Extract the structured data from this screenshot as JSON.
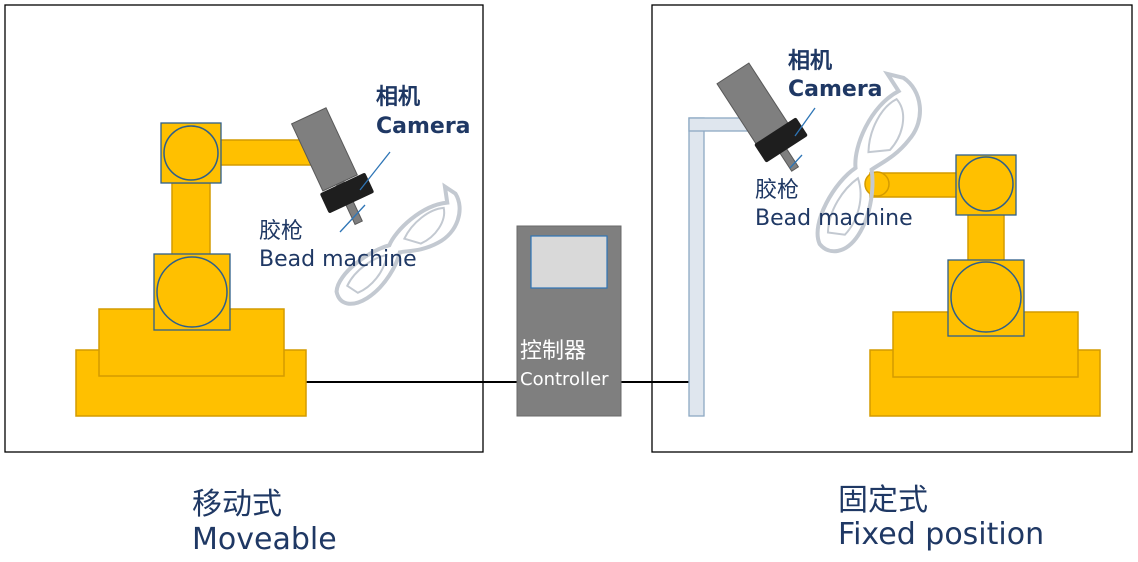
{
  "colors": {
    "robot_fill": "#ffc000",
    "robot_stroke": "#d49b00",
    "joint_stroke": "#2e5f8a",
    "gun_body": "#7f7f7f",
    "camera_body": "#1e1e1e",
    "controller_body": "#7f7f7f",
    "controller_screen": "#d9d9d9",
    "mount_fill": "#dfe6ee",
    "mount_stroke": "#8da9c4",
    "callout_line": "#2e75b6",
    "label_text": "#1f3864",
    "frame_stroke": "#000000"
  },
  "left_panel": {
    "camera_label_cn": "相机",
    "camera_label_en": "Camera",
    "gun_label_cn": "胶枪",
    "gun_label_en": "Bead machine",
    "caption_cn": "移动式",
    "caption_en": "Moveable"
  },
  "controller": {
    "label_cn": "控制器",
    "label_en": "Controller"
  },
  "right_panel": {
    "camera_label_cn": "相机",
    "camera_label_en": "Camera",
    "gun_label_cn": "胶枪",
    "gun_label_en": "Bead machine",
    "caption_cn": "固定式",
    "caption_en": "Fixed position"
  }
}
